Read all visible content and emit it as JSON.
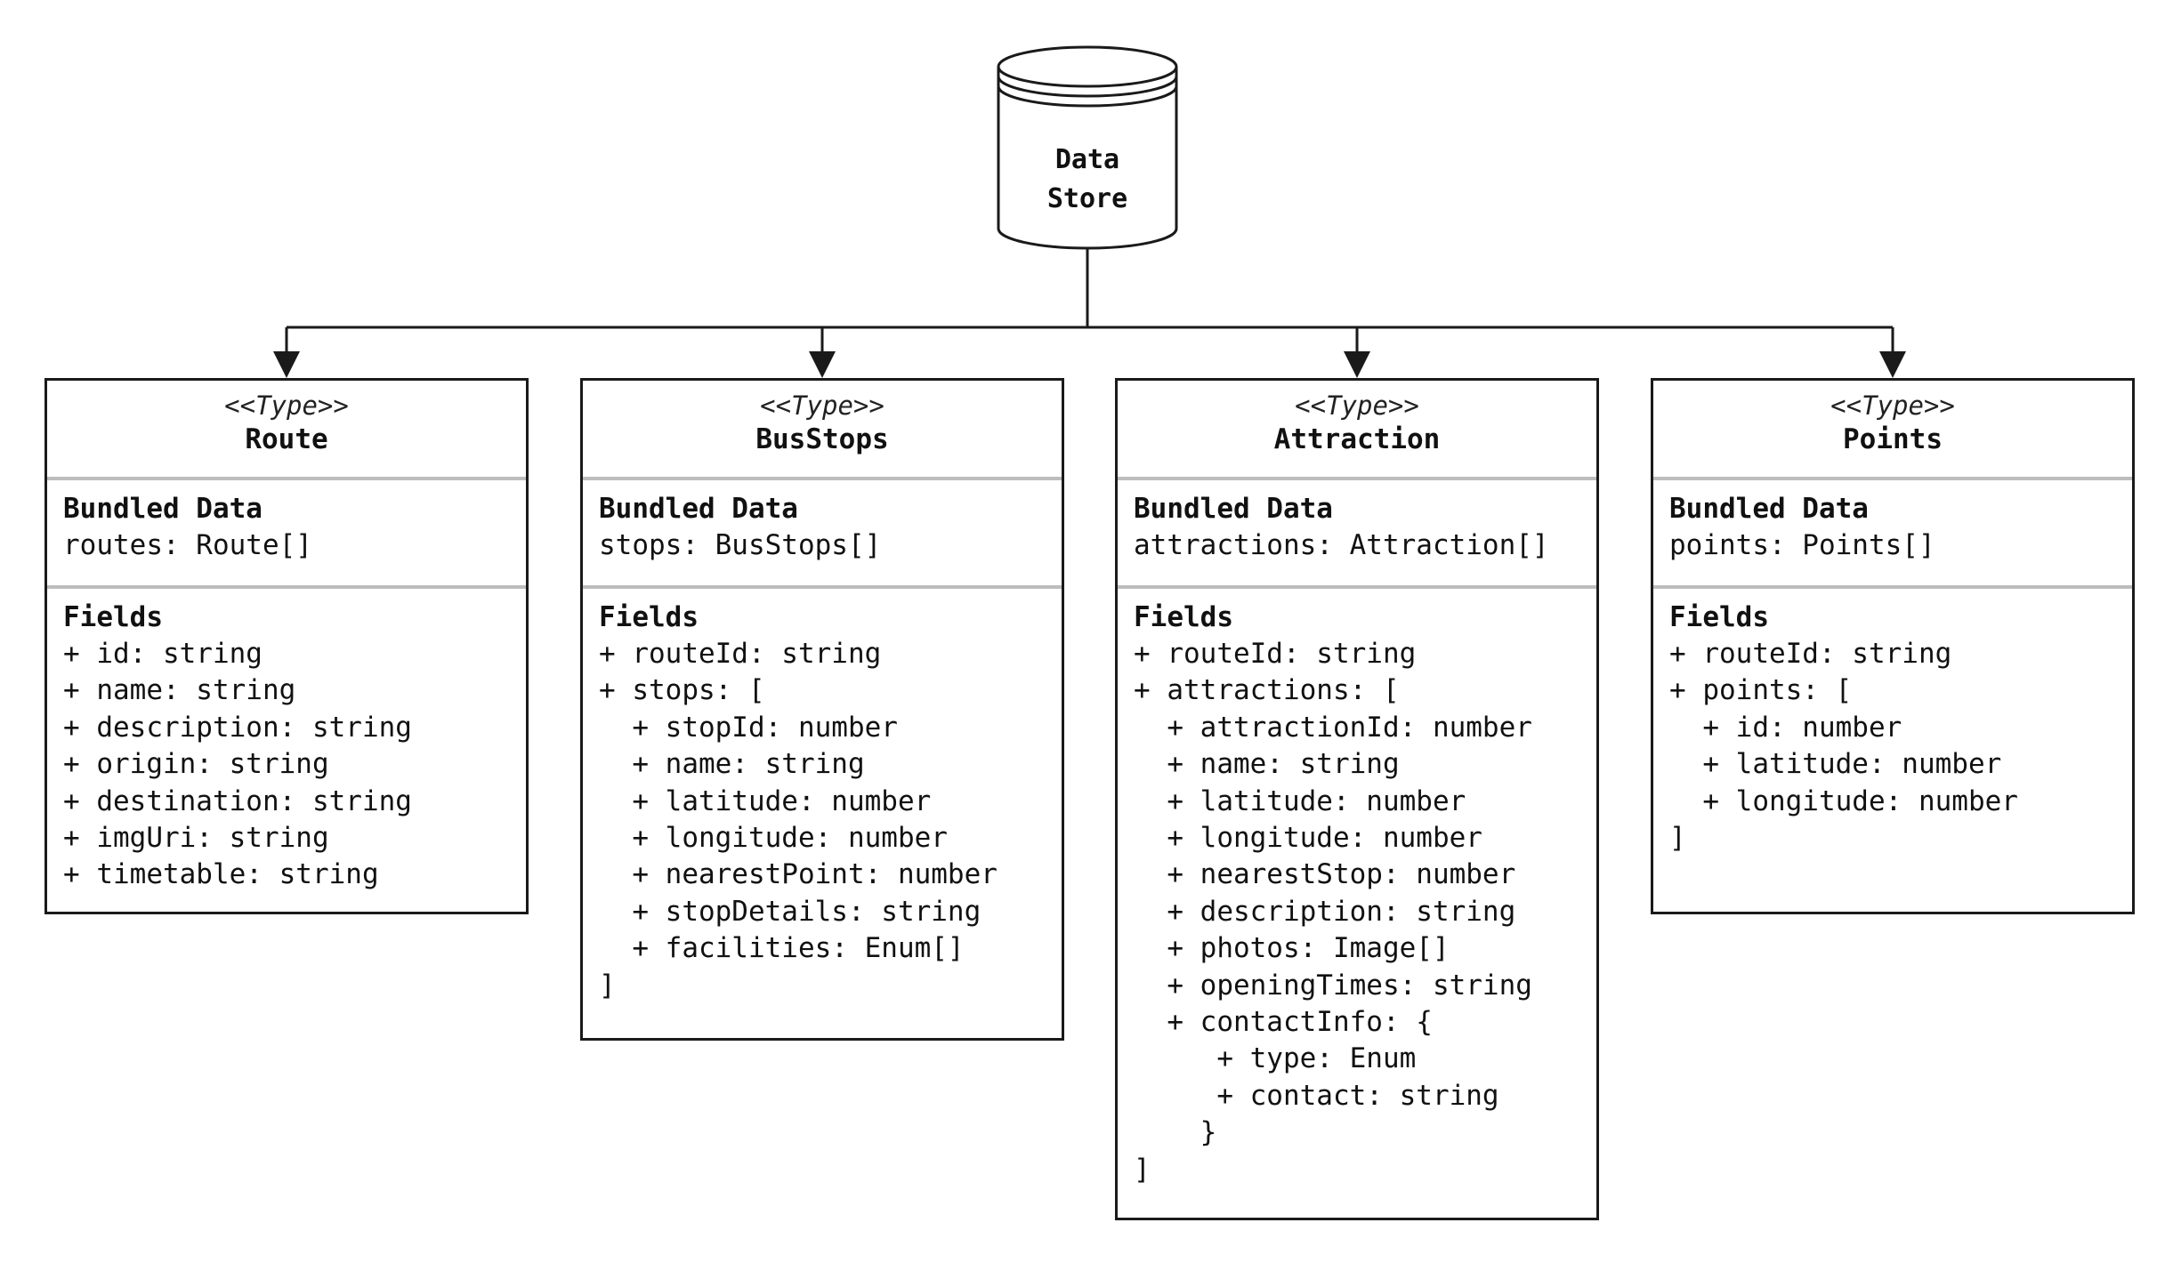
{
  "data_store": {
    "label_line1": "Data",
    "label_line2": "Store"
  },
  "types": [
    {
      "stereotype": "<<Type>>",
      "name": "Route",
      "bundled_title": "Bundled Data",
      "bundled_value": "routes: Route[]",
      "fields_title": "Fields",
      "fields": [
        "+ id: string",
        "+ name: string",
        "+ description: string",
        "+ origin: string",
        "+ destination: string",
        "+ imgUri: string",
        "+ timetable: string"
      ]
    },
    {
      "stereotype": "<<Type>>",
      "name": "BusStops",
      "bundled_title": "Bundled Data",
      "bundled_value": "stops: BusStops[]",
      "fields_title": "Fields",
      "fields": [
        "+ routeId: string",
        "+ stops: [",
        "  + stopId: number",
        "  + name: string",
        "  + latitude: number",
        "  + longitude: number",
        "  + nearestPoint: number",
        "  + stopDetails: string",
        "  + facilities: Enum[]",
        "]"
      ]
    },
    {
      "stereotype": "<<Type>>",
      "name": "Attraction",
      "bundled_title": "Bundled Data",
      "bundled_value": "attractions: Attraction[]",
      "fields_title": "Fields",
      "fields": [
        "+ routeId: string",
        "+ attractions: [",
        "  + attractionId: number",
        "  + name: string",
        "  + latitude: number",
        "  + longitude: number",
        "  + nearestStop: number",
        "  + description: string",
        "  + photos: Image[]",
        "  + openingTimes: string",
        "  + contactInfo: {",
        "     + type: Enum",
        "     + contact: string",
        "    }",
        "]"
      ]
    },
    {
      "stereotype": "<<Type>>",
      "name": "Points",
      "bundled_title": "Bundled Data",
      "bundled_value": "points: Points[]",
      "fields_title": "Fields",
      "fields": [
        "+ routeId: string",
        "+ points: [",
        "  + id: number",
        "  + latitude: number",
        "  + longitude: number",
        "]"
      ]
    }
  ]
}
